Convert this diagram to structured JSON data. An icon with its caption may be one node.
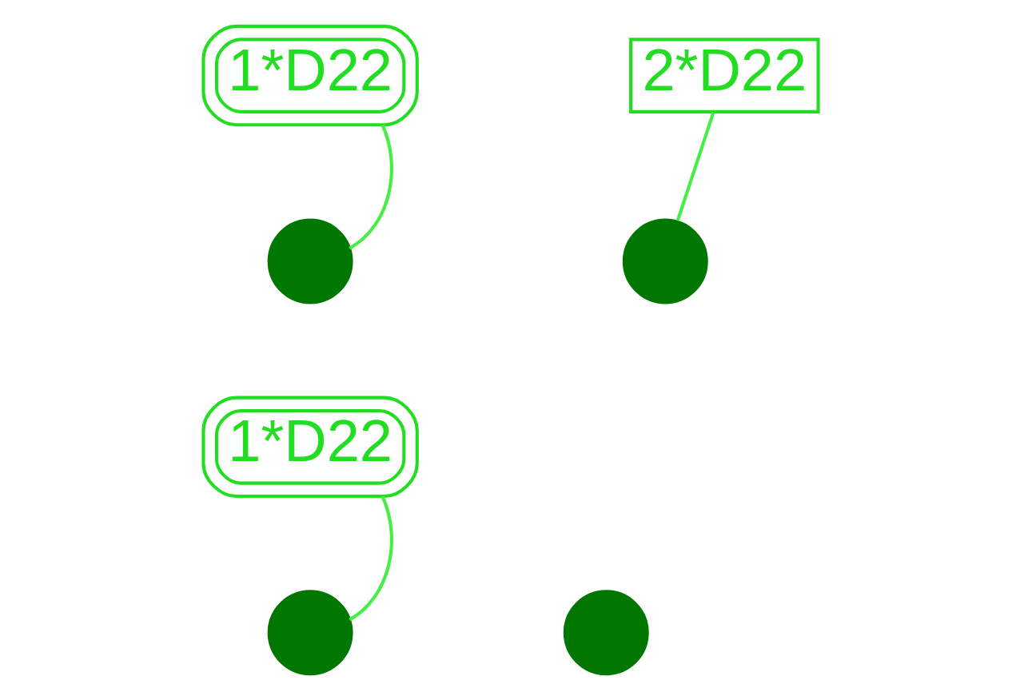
{
  "diagram": {
    "nodes": [
      {
        "text": [
          "1*D22"
        ]
      },
      {
        "text": [
          "2*D22"
        ]
      },
      {
        "text": [],
        "shape": "circle"
      },
      {
        "text": [],
        "shape": "circle"
      },
      {
        "text": [
          "1*D22"
        ]
      },
      {
        "text": [],
        "shape": "circle"
      },
      {
        "text": [],
        "shape": "circle"
      }
    ],
    "edges": [
      {
        "from": 0,
        "to": 2,
        "arrow": "none"
      },
      {
        "from": 1,
        "to": 3,
        "arrow": "none"
      },
      {
        "from": 4,
        "to": 5,
        "arrow": "none"
      }
    ]
  }
}
